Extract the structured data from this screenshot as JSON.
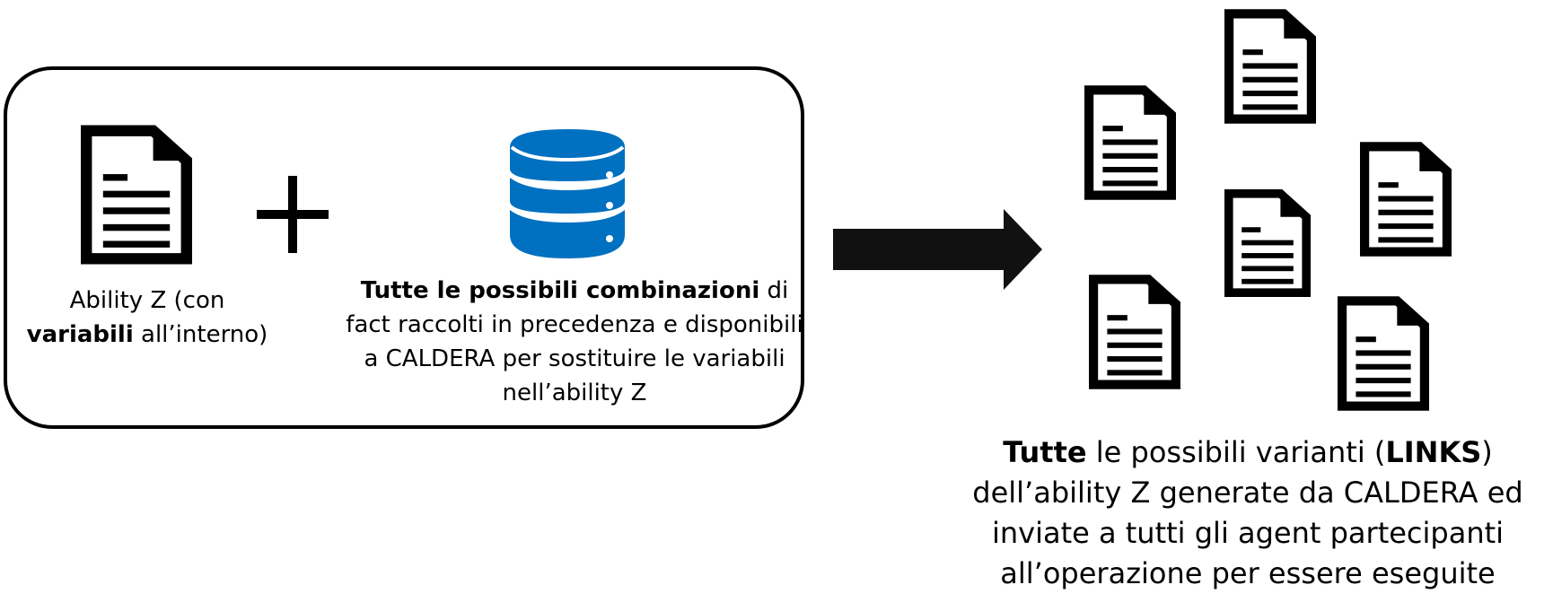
{
  "left_group": {
    "ability_caption": {
      "line1": "Ability Z (con",
      "bold": "variabili",
      "rest": " all’interno)"
    },
    "combinations_caption": {
      "bold": "Tutte le possibili combinazioni",
      "rest": " di fact raccolti in precedenza e disponibili a CALDERA per sostituire le variabili nell’ability Z"
    }
  },
  "result_caption": {
    "bold1": "Tutte",
    "text1": " le possibili varianti (",
    "bold2": "LINKS",
    "text2": ") dell’ability Z generate da CALDERA ed inviate a tutti gli agent partecipanti all’operazione per essere eseguite"
  },
  "colors": {
    "database": "#0070C0",
    "outline": "#000000"
  },
  "icons": [
    "document-icon",
    "plus-icon",
    "database-icon",
    "arrow-right-icon"
  ]
}
